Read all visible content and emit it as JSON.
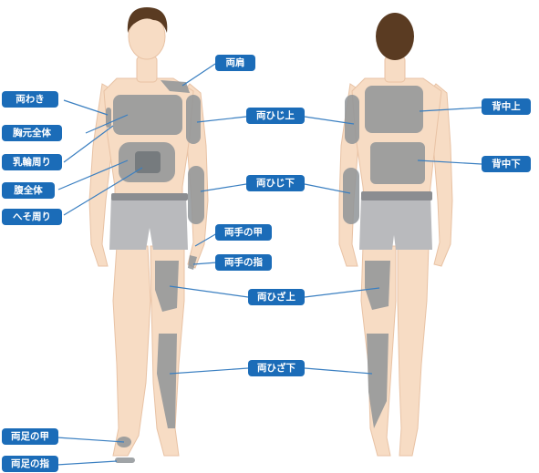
{
  "colors": {
    "label_bg": "#1b6cb8",
    "leader_line": "#3a7fc1",
    "highlight": "#8f9498",
    "skin": "#f7dcc4",
    "skin_shadow": "#e8c2a4",
    "hair": "#5a3b22",
    "shorts": "#b9babd",
    "waistband": "#8b8d91"
  },
  "front_labels": {
    "shoulders": "両肩",
    "armpits": "両わき",
    "chest": "胸元全体",
    "nipples": "乳輪周り",
    "abdomen": "腹全体",
    "navel": "へそ周り",
    "upper_arms": "両ひじ上",
    "forearms": "両ひじ下",
    "hand_backs": "両手の甲",
    "fingers": "両手の指",
    "thighs": "両ひざ上",
    "lower_legs": "両ひざ下",
    "foot_tops": "両足の甲",
    "toes": "両足の指"
  },
  "back_labels": {
    "upper_back": "背中上",
    "lower_back": "背中下"
  }
}
